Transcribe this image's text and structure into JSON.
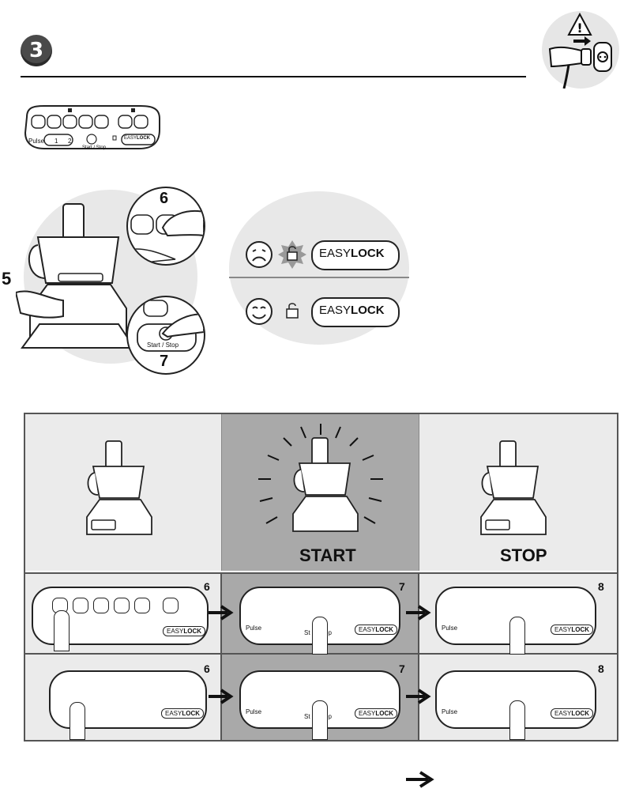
{
  "header": {
    "step_number": "3"
  },
  "top_panel": {
    "pulse_label": "Pulse",
    "speed1": "1",
    "speed2": "2",
    "start_stop_label": "Start / Stop",
    "lock_text_easy": "EASY",
    "lock_text_lock": "LOCK"
  },
  "assembly": {
    "step_5": "5",
    "step_6": "6",
    "step_7": "7",
    "start_stop_label": "Start / Stop"
  },
  "lock_status": {
    "easy": "EASY",
    "lock": "LOCK"
  },
  "grid": {
    "start_label": "START",
    "stop_label": "STOP",
    "row1": {
      "n1": "6",
      "n2": "7",
      "n3": "8"
    },
    "row2": {
      "n1": "6",
      "n2": "7",
      "n3": "8"
    },
    "pulse_label": "Pulse",
    "st_label": "St",
    "op_label": "op",
    "easy": "EASY",
    "lock": "LOCK"
  },
  "icons": [
    "warning-triangle-icon",
    "plug-icon",
    "lock-icon",
    "unlock-icon",
    "sad-face-icon",
    "happy-face-icon",
    "arrow-right-icon",
    "jug-icon",
    "cup-icon"
  ]
}
